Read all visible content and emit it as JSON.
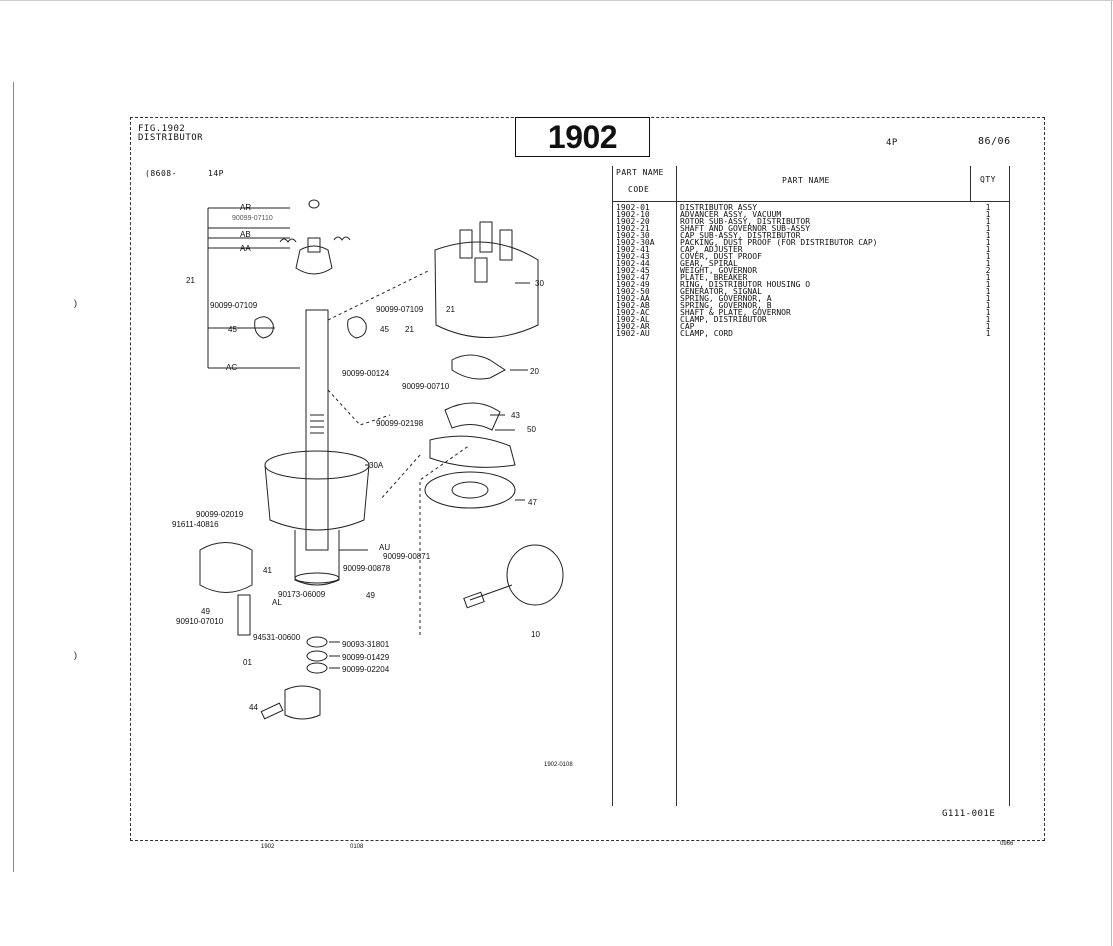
{
  "header": {
    "fig_line": "FIG.1902",
    "title": "DISTRIBUTOR",
    "fig_number": "1902",
    "pages": "4P",
    "date": "86/06",
    "period": "(8608-",
    "period_pages": "14P"
  },
  "table": {
    "col_code_line1": "PART NAME",
    "col_code_line2": "CODE",
    "col_name": "PART  NAME",
    "col_qty": "QTY",
    "rows": [
      {
        "code": "1902-01",
        "name": "DISTRIBUTOR ASSY",
        "qty": "1"
      },
      {
        "code": "1902-10",
        "name": "ADVANCER ASSY, VACUUM",
        "qty": "1"
      },
      {
        "code": "1902-20",
        "name": "ROTOR SUB-ASSY, DISTRIBUTOR",
        "qty": "1"
      },
      {
        "code": "1902-21",
        "name": "SHAFT AND GOVERNOR SUB-ASSY",
        "qty": "1"
      },
      {
        "code": "1902-30",
        "name": "CAP SUB-ASSY, DISTRIBUTOR",
        "qty": "1"
      },
      {
        "code": "1902-30A",
        "name": "PACKING, DUST PROOF (FOR DISTRIBUTOR CAP)",
        "qty": "1"
      },
      {
        "code": "1902-41",
        "name": "CAP, ADJUSTER",
        "qty": "1"
      },
      {
        "code": "1902-43",
        "name": "COVER, DUST PROOF",
        "qty": "1"
      },
      {
        "code": "1902-44",
        "name": "GEAR, SPIRAL",
        "qty": "1"
      },
      {
        "code": "1902-45",
        "name": "WEIGHT, GOVERNOR",
        "qty": "2"
      },
      {
        "code": "1902-47",
        "name": "PLATE, BREAKER",
        "qty": "1"
      },
      {
        "code": "1902-49",
        "name": "RING, DISTRIBUTOR HOUSING O",
        "qty": "1"
      },
      {
        "code": "1902-50",
        "name": "GENERATOR, SIGNAL",
        "qty": "1"
      },
      {
        "code": "1902-AA",
        "name": "SPRING, GOVERNOR, A",
        "qty": "1"
      },
      {
        "code": "1902-AB",
        "name": "SPRING, GOVERNOR, B",
        "qty": "1"
      },
      {
        "code": "1902-AC",
        "name": "SHAFT & PLATE, GOVERNOR",
        "qty": "1"
      },
      {
        "code": "1902-AL",
        "name": "CLAMP, DISTRIBUTOR",
        "qty": "1"
      },
      {
        "code": "1902-AR",
        "name": "CAP",
        "qty": "1"
      },
      {
        "code": "1902-AU",
        "name": "CLAMP, CORD",
        "qty": "1"
      }
    ]
  },
  "diagram": {
    "labels": {
      "ar": "AR",
      "p90099_07110": "90099-07110",
      "ab": "AB",
      "aa": "AA",
      "n21a": "21",
      "p90099_07109a": "90099-07109",
      "n45a": "45",
      "ac": "AC",
      "p90099_07109b": "90099-07109",
      "n21b": "21",
      "n45b": "45",
      "n21c": "21",
      "n30": "30",
      "n20": "20",
      "p90099_00124": "90099-00124",
      "p90099_00710": "90099-00710",
      "p90099_02198": "90099-02198",
      "n43": "43",
      "n50": "50",
      "n30a": "30A",
      "n47": "47",
      "p90099_02019": "90099-02019",
      "p91611_40816": "91611-40816",
      "n41": "41",
      "au": "AU",
      "p90099_00871": "90099-00871",
      "p90099_00878": "90099-00878",
      "p90173_06009": "90173-06009",
      "al": "AL",
      "n49a": "49",
      "n49b": "49",
      "p90910_07010": "90910-07010",
      "p94531_00600": "94531-00600",
      "n01": "01",
      "n10": "10",
      "p90093_31801": "90093-31801",
      "p90099_01429": "90099-01429",
      "p90099_02204": "90099-02204",
      "n44": "44",
      "drawing_ref": "1902-0108"
    }
  },
  "footer": {
    "sheet_code": "G111-001E",
    "fig_small": "1902",
    "ref_small": "0108",
    "page_small": "0966"
  }
}
